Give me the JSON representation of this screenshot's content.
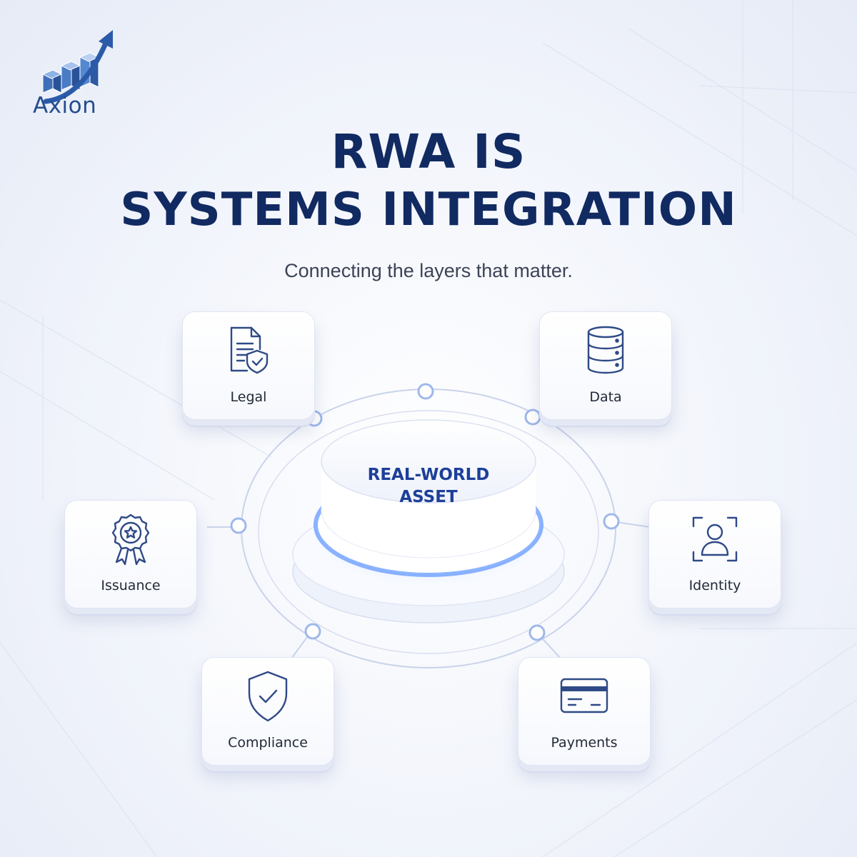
{
  "brand": {
    "name": "Axion",
    "logo_icon": "rising-bar-chart-arrow-icon"
  },
  "headline": {
    "line1": "RWA IS",
    "line2": "SYSTEMS INTEGRATION"
  },
  "subtitle": "Connecting the layers that matter.",
  "center": {
    "line1": "REAL-WORLD",
    "line2": "ASSET"
  },
  "nodes": [
    {
      "label": "Legal",
      "icon": "document-shield-icon"
    },
    {
      "label": "Data",
      "icon": "database-icon"
    },
    {
      "label": "Issuance",
      "icon": "award-ribbon-icon"
    },
    {
      "label": "Identity",
      "icon": "user-scan-icon"
    },
    {
      "label": "Compliance",
      "icon": "shield-check-icon"
    },
    {
      "label": "Payments",
      "icon": "credit-card-icon"
    }
  ],
  "colors": {
    "title": "#112a61",
    "accent": "#1d3f99",
    "icon_stroke": "#2f4a86",
    "glow": "#4f8cff"
  }
}
